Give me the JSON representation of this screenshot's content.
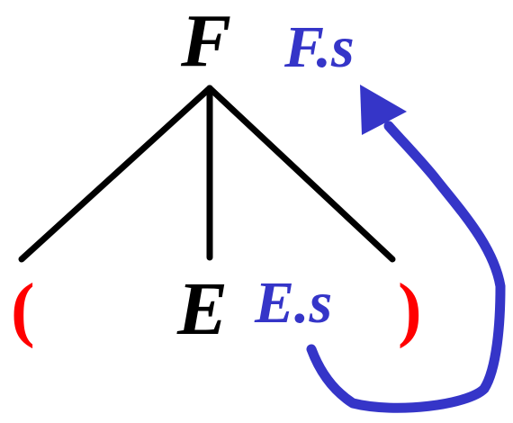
{
  "tree": {
    "root": {
      "symbol": "F",
      "attribute": "F.s"
    },
    "children": [
      {
        "symbol": "("
      },
      {
        "symbol": "E",
        "attribute": "E.s"
      },
      {
        "symbol": ")"
      }
    ]
  },
  "colors": {
    "symbol": "#000000",
    "attribute": "#3535c8",
    "terminal": "#ff0000",
    "edge": "#000000",
    "dependency_arrow": "#3535c8"
  }
}
